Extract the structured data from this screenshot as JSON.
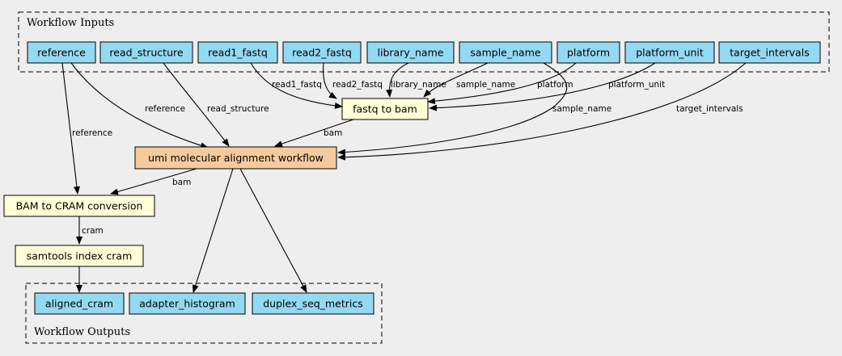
{
  "colors": {
    "background": "#eeeeee",
    "io_node": "#94d9f2",
    "task_node": "#ffffd8",
    "workflow_node": "#f5cb9d",
    "line": "#000000"
  },
  "clusters": {
    "inputs_label": "Workflow Inputs",
    "outputs_label": "Workflow Outputs"
  },
  "inputs": {
    "reference": "reference",
    "read_structure": "read_structure",
    "read1_fastq": "read1_fastq",
    "read2_fastq": "read2_fastq",
    "library_name": "library_name",
    "sample_name": "sample_name",
    "platform": "platform",
    "platform_unit": "platform_unit",
    "target_intervals": "target_intervals"
  },
  "tasks": {
    "fastq_to_bam": "fastq to bam",
    "umi_workflow": "umi molecular alignment workflow",
    "bam_to_cram": "BAM to CRAM conversion",
    "samtools_index": "samtools index cram"
  },
  "outputs": {
    "aligned_cram": "aligned_cram",
    "adapter_histogram": "adapter_histogram",
    "duplex_seq_metrics": "duplex_seq_metrics"
  },
  "edge_labels": {
    "read1_fastq": "read1_fastq",
    "read2_fastq": "read2_fastq",
    "library_name": "library_name",
    "sample_name_fastq": "sample_name",
    "platform": "platform",
    "platform_unit": "platform_unit",
    "reference_umi": "reference",
    "read_structure": "read_structure",
    "sample_name_umi": "sample_name",
    "target_intervals": "target_intervals",
    "reference_cram": "reference",
    "bam_fastq": "bam",
    "bam_umi": "bam",
    "cram": "cram"
  }
}
